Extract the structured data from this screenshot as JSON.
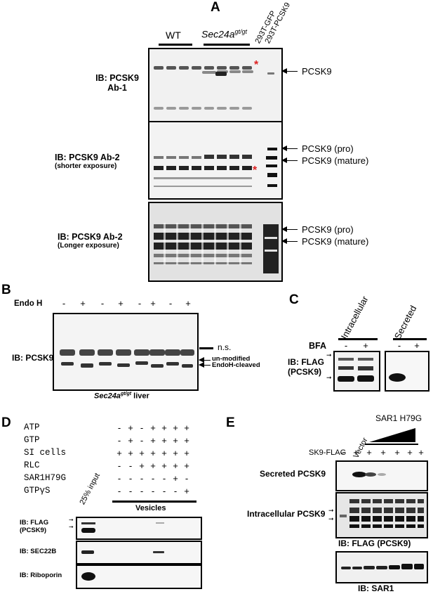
{
  "panelA": {
    "label": "A",
    "wt": "WT",
    "mutant": "Sec24a",
    "mutant_sup": "gt/gt",
    "lane_293_gfp": "293T-GFP",
    "lane_293_pcsk9": "293T-PCSK9",
    "blot1": {
      "ib_line1": "IB: PCSK9",
      "ib_line2": "Ab-1",
      "band": "PCSK9",
      "star": "*"
    },
    "blot2": {
      "ib_line1": "IB: PCSK9 Ab-2",
      "ib_line2": "(shorter exposure)",
      "band_pro": "PCSK9 (pro)",
      "band_mature": "PCSK9 (mature)",
      "star": "*"
    },
    "blot3": {
      "ib_line1": "IB: PCSK9 Ab-2",
      "ib_line2": "(Longer exposure)",
      "band_pro": "PCSK9 (pro)",
      "band_mature": "PCSK9 (mature)"
    }
  },
  "panelB": {
    "label": "B",
    "endo": "Endo H",
    "signs": [
      "-",
      "+",
      "-",
      "+",
      "-",
      "+",
      "-",
      "+"
    ],
    "ib": "IB: PCSK9",
    "ns": "n.s.",
    "unmod": "un-modified",
    "cleaved": "EndoH-cleaved",
    "caption": "Sec24a",
    "caption_sup": "gt/gt",
    "caption_tail": " liver"
  },
  "panelC": {
    "label": "C",
    "intracellular": "Intracellular",
    "secreted": "Secreted",
    "bfa": "BFA",
    "signs_left": [
      "-",
      "+"
    ],
    "signs_right": [
      "-",
      "+"
    ],
    "ib_line1": "IB: FLAG",
    "ib_line2": "(PCSK9)"
  },
  "panelD": {
    "label": "D",
    "rows": [
      {
        "name": "ATP",
        "signs": [
          "-",
          "+",
          "-",
          "+",
          "+",
          "+",
          "+"
        ]
      },
      {
        "name": "GTP",
        "signs": [
          "-",
          "+",
          "-",
          "+",
          "+",
          "+",
          "+"
        ]
      },
      {
        "name": "SI cells",
        "signs": [
          "+",
          "+",
          "+",
          "+",
          "+",
          "+",
          "+"
        ]
      },
      {
        "name": "RLC",
        "signs": [
          "-",
          "-",
          "+",
          "+",
          "+",
          "+",
          "+"
        ]
      },
      {
        "name": "SAR1H79G",
        "signs": [
          "-",
          "-",
          "-",
          "-",
          "-",
          "+",
          "-"
        ]
      },
      {
        "name": "GTPγS",
        "signs": [
          "-",
          "-",
          "-",
          "-",
          "-",
          "-",
          "+"
        ]
      }
    ],
    "input": "25% input",
    "vesicles": "Vesicles",
    "blot_flag_1": "IB: FLAG",
    "blot_flag_2": "(PCSK9)",
    "blot_sec22b": "IB: SEC22B",
    "blot_ribo": "IB: Riboporin"
  },
  "panelE": {
    "label": "E",
    "vector": "Vector",
    "sar1": "SAR1 H79G",
    "sk9": "SK9-FLAG",
    "signs": [
      "-",
      "+",
      "+",
      "+",
      "+",
      "+",
      "+"
    ],
    "secreted": "Secreted PCSK9",
    "intracellular": "Intracellular PCSK9",
    "ib_flag": "IB: FLAG (PCSK9)",
    "ib_sar1": "IB: SAR1"
  }
}
